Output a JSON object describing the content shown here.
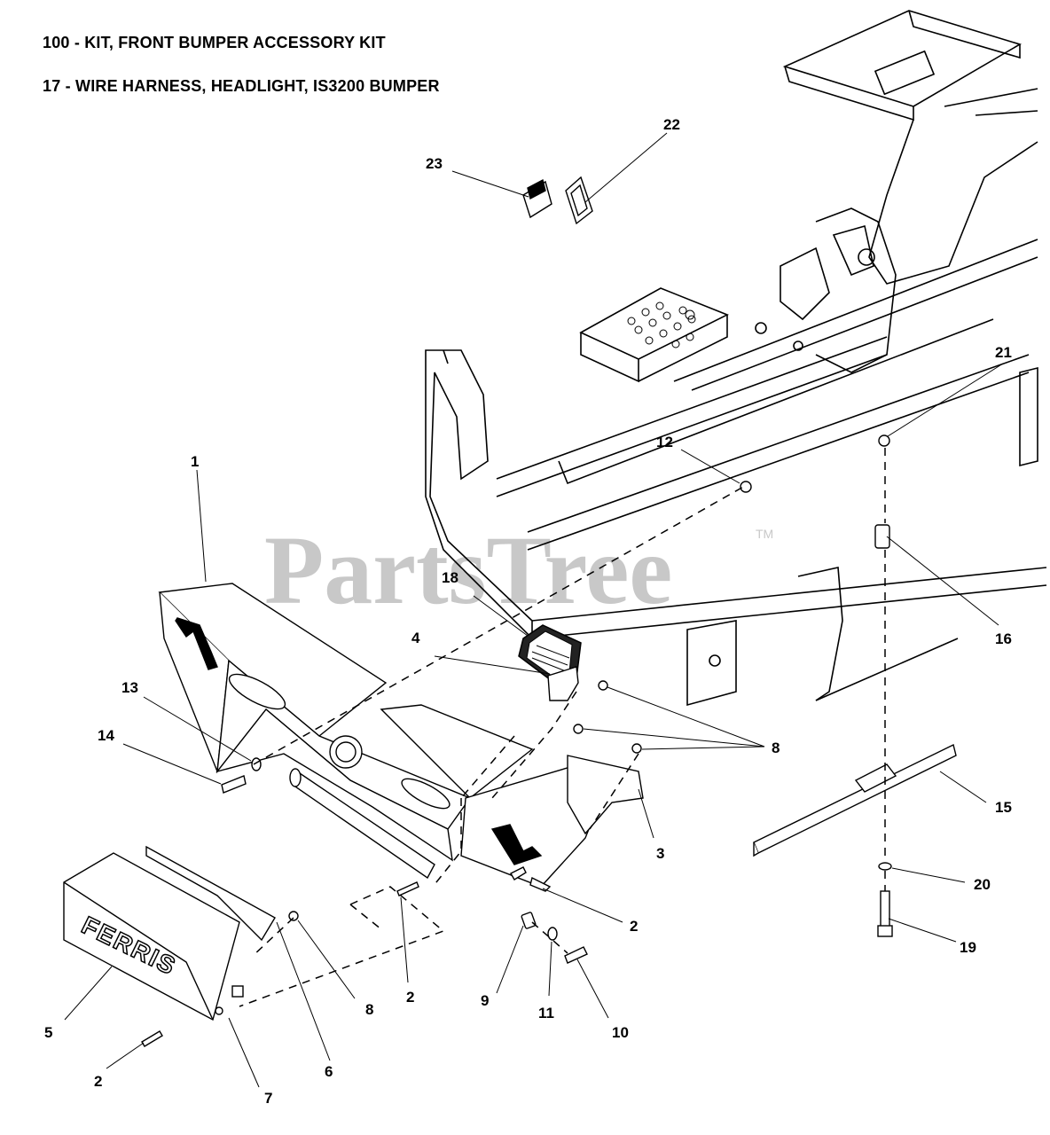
{
  "header": {
    "line1": "100 - KIT, FRONT BUMPER ACCESSORY KIT",
    "line2": "17 - WIRE HARNESS, HEADLIGHT, IS3200 BUMPER"
  },
  "watermark": {
    "text": "PartsTree",
    "trademark": "TM"
  },
  "brand": {
    "bumper_logo": "FERRIS"
  },
  "callouts": {
    "c1": "1",
    "c2a": "2",
    "c2b": "2",
    "c2c": "2",
    "c3": "3",
    "c4": "4",
    "c5": "5",
    "c6": "6",
    "c7": "7",
    "c8a": "8",
    "c8b": "8",
    "c9": "9",
    "c10": "10",
    "c11": "11",
    "c12": "12",
    "c13": "13",
    "c14": "14",
    "c15": "15",
    "c16": "16",
    "c18": "18",
    "c19": "19",
    "c20": "20",
    "c21": "21",
    "c22": "22",
    "c23": "23"
  },
  "colors": {
    "line": "#000000",
    "watermark": "#c8c8c8",
    "background": "#ffffff"
  }
}
